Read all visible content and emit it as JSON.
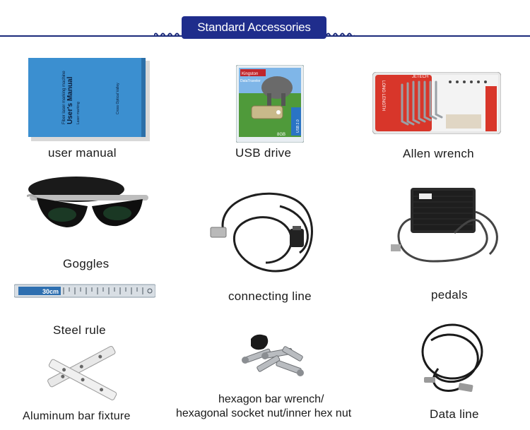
{
  "header": {
    "title": "Standard Accessories",
    "color": "#1f2d8c"
  },
  "manual": {
    "label": "user manual",
    "title": "User's Manual",
    "line1": "Fiber laser marking machine",
    "line2": "Laser marking",
    "brand": "Cross Optical Valley"
  },
  "usb": {
    "label": "USB drive",
    "brand": "Kingston",
    "name": "DataTraveler",
    "capacity": "USB 2.0",
    "size": "8GB"
  },
  "allen": {
    "label": "Allen wrench",
    "brand": "JETECH",
    "text": "LONG LENGTH"
  },
  "goggles": {
    "label": "Goggles"
  },
  "line": {
    "label": "connecting line"
  },
  "pedals": {
    "label": "pedals"
  },
  "rule": {
    "label": "Steel rule",
    "mark": "30cm"
  },
  "fixture": {
    "label": "Aluminum bar fixture"
  },
  "hex": {
    "label1": "hexagon bar wrench/",
    "label2": "hexagonal socket nut/inner hex nut"
  },
  "data": {
    "label": "Data line"
  }
}
